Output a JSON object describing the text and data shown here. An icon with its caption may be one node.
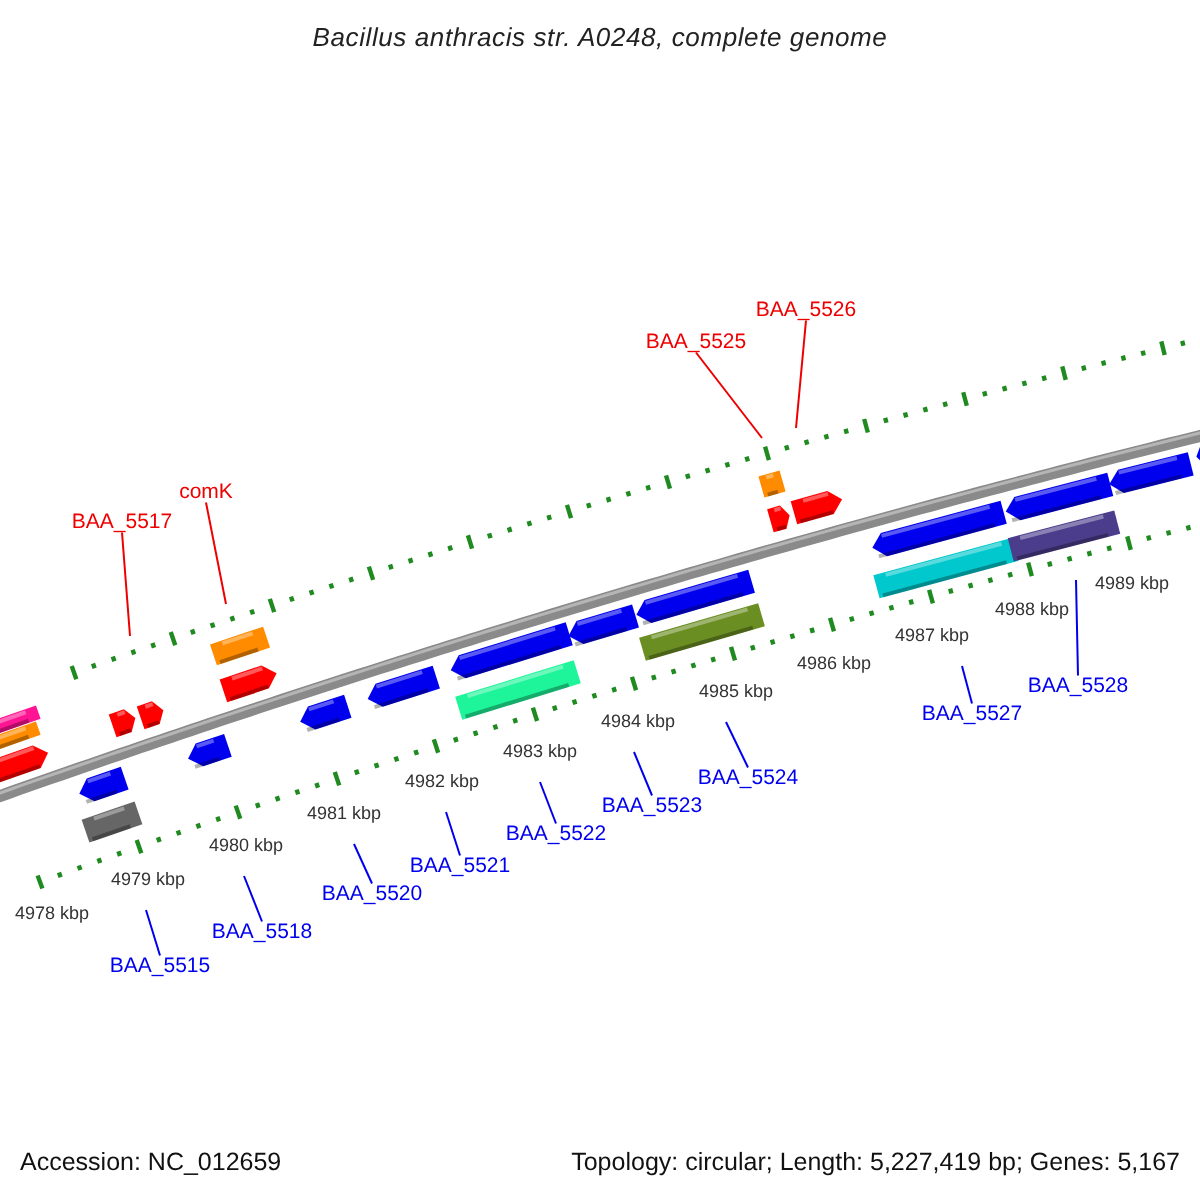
{
  "diagram": {
    "title": "Bacillus anthracis str. A0248, complete genome",
    "nodes": [
      {
        "text": [
          "BAA_5526"
        ]
      },
      {
        "text": [
          "BAA_5525"
        ]
      },
      {
        "text": [
          "comK"
        ]
      },
      {
        "text": [
          "BAA_5517"
        ]
      },
      {
        "text": [
          "BAA_5528"
        ]
      },
      {
        "text": [
          "BAA_5527"
        ]
      },
      {
        "text": [
          "BAA_5524"
        ]
      },
      {
        "text": [
          "BAA_5523"
        ]
      },
      {
        "text": [
          "BAA_5522"
        ]
      },
      {
        "text": [
          "BAA_5521"
        ]
      },
      {
        "text": [
          "BAA_5520"
        ]
      },
      {
        "text": [
          "BAA_5518"
        ]
      },
      {
        "text": [
          "BAA_5515"
        ]
      }
    ],
    "edges": [
      {
        "from": 0,
        "to": null,
        "arrow": "none",
        "color": "#ee0000"
      },
      {
        "from": 1,
        "to": null,
        "arrow": "none",
        "color": "#ee0000"
      },
      {
        "from": 2,
        "to": null,
        "arrow": "none",
        "color": "#ee0000"
      },
      {
        "from": 3,
        "to": null,
        "arrow": "none",
        "color": "#ee0000"
      },
      {
        "from": 4,
        "to": null,
        "arrow": "none"
      },
      {
        "from": 5,
        "to": null,
        "arrow": "none"
      },
      {
        "from": 6,
        "to": null,
        "arrow": "none"
      },
      {
        "from": 7,
        "to": null,
        "arrow": "none"
      },
      {
        "from": 8,
        "to": null,
        "arrow": "none"
      },
      {
        "from": 9,
        "to": null,
        "arrow": "none"
      },
      {
        "from": 10,
        "to": null,
        "arrow": "none"
      },
      {
        "from": 11,
        "to": null,
        "arrow": "none"
      },
      {
        "from": 12,
        "to": null,
        "arrow": "none"
      }
    ],
    "labels": [
      "4978 kbp",
      "4979 kbp",
      "4980 kbp",
      "4981 kbp",
      "4982 kbp",
      "4983 kbp",
      "4984 kbp",
      "4985 kbp",
      "4986 kbp",
      "4987 kbp",
      "4988 kbp",
      "4989 kbp",
      "Accession: NC_012659",
      "Topology: circular; Length: 5,227,419 bp; Genes: 5,167"
    ]
  }
}
